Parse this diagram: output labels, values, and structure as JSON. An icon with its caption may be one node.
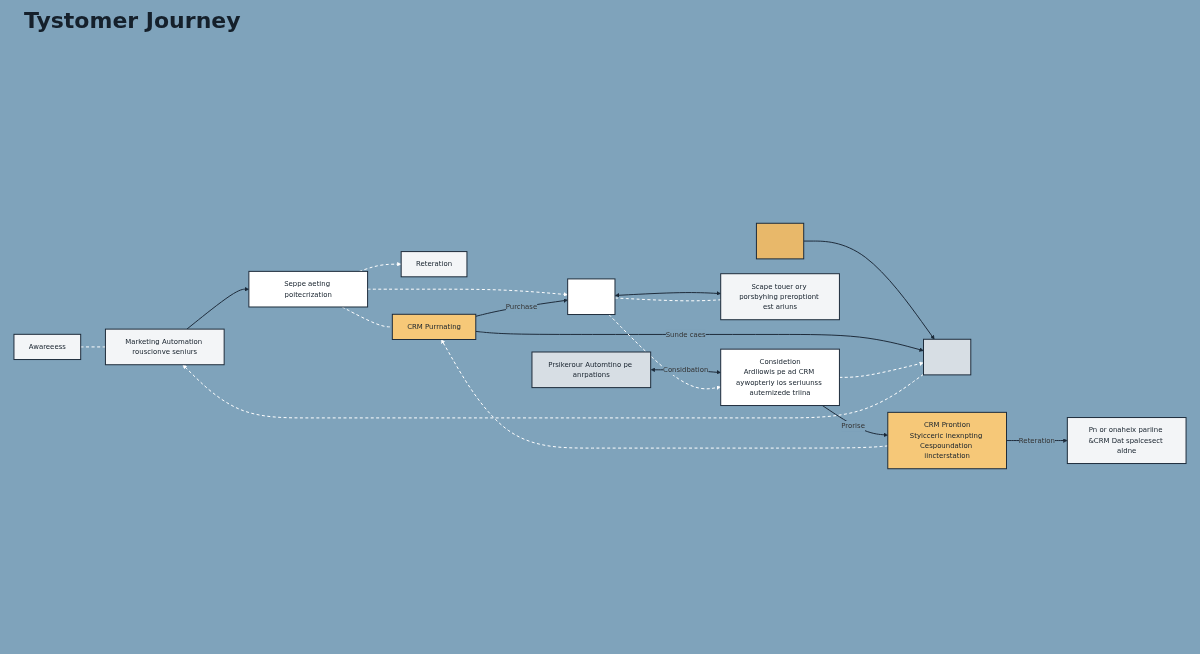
{
  "diagram": {
    "title": "Tystomer Journey",
    "nodes": [
      {
        "text": [
          "Awareeess"
        ]
      },
      {
        "text": [
          "Marketing Automation rouscionve seniurs"
        ]
      },
      {
        "text": [
          "Seppe aeting poitecrization"
        ]
      },
      {
        "text": [
          "Reteration"
        ]
      },
      {
        "text": [],
        "shape": "box"
      },
      {
        "text": [],
        "shape": "box"
      },
      {
        "text": [
          "CRM Purrnating"
        ]
      },
      {
        "text": [],
        "shape": "box"
      },
      {
        "text": [
          "Scape touer ory porsbyhing preroptiont est ariuns"
        ]
      },
      {
        "text": [
          "Prsikerour Automtino pe anrpations"
        ]
      },
      {
        "text": [
          "Considetion",
          "Ardliowis pe ad CRM aywopteriy ios seriuunss autemizede triina"
        ]
      },
      {
        "text": [
          "CRM Prontion",
          "Styicceric inexnpting Cespoundation iincterstation"
        ]
      },
      {
        "text": [
          "Pn or onaheix pariine &CRM Dat spalcesect aldne"
        ]
      }
    ],
    "edges": [
      {
        "from": 0,
        "to": 1,
        "arrow": "none",
        "style": "dashed",
        "color": "#ffffff"
      },
      {
        "from": 5,
        "to": 1,
        "arrow": "to",
        "style": "dashed",
        "color": "#ffffff"
      },
      {
        "from": 1,
        "to": 2,
        "arrow": "to",
        "color": "#1d2b3a"
      },
      {
        "from": 2,
        "to": 3,
        "arrow": "to",
        "style": "dashed",
        "color": "#ffffff"
      },
      {
        "from": 2,
        "to": 6,
        "arrow": "none",
        "style": "dashed",
        "color": "#ffffff"
      },
      {
        "from": 2,
        "to": 7,
        "arrow": "to",
        "style": "dashed",
        "color": "#ffffff"
      },
      {
        "from": 4,
        "to": 5,
        "arrow": "to",
        "color": "#1d2b3a"
      },
      {
        "from": 6,
        "to": 5,
        "arrow": "to",
        "label": "Sunde caes",
        "color": "#1d2b3a"
      },
      {
        "from": 6,
        "to": 7,
        "arrow": "to",
        "label": "Purchase",
        "color": "#1d2b3a"
      },
      {
        "from": 7,
        "to": 8,
        "arrow": "both",
        "color": "#1d2b3a"
      },
      {
        "from": 7,
        "to": 8,
        "arrow": "none",
        "style": "dashed",
        "color": "#ffffff"
      },
      {
        "from": 9,
        "to": 10,
        "arrow": "both",
        "label": "Considbation",
        "color": "#1d2b3a"
      },
      {
        "from": 10,
        "to": 5,
        "arrow": "to",
        "style": "dashed",
        "color": "#ffffff"
      },
      {
        "from": 10,
        "to": 11,
        "arrow": "to",
        "label": "Prorise",
        "color": "#1d2b3a"
      },
      {
        "from": 11,
        "to": 6,
        "arrow": "to",
        "style": "dashed",
        "color": "#ffffff"
      },
      {
        "from": 7,
        "to": 10,
        "arrow": "to",
        "style": "dashed",
        "color": "#ffffff"
      },
      {
        "from": 11,
        "to": 12,
        "arrow": "to",
        "label": "Reteration",
        "color": "#1d2b3a"
      }
    ]
  }
}
